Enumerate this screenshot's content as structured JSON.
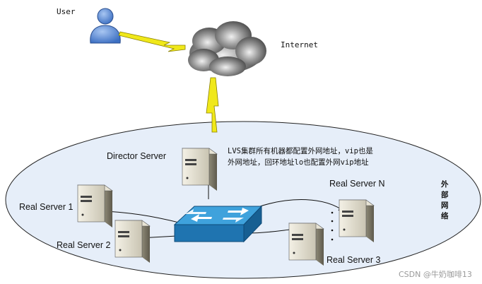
{
  "labels": {
    "user": "User",
    "internet": "Internet",
    "director": "Director Server",
    "real1": "Real Server 1",
    "real2": "Real Server 2",
    "realN": "Real Server N",
    "real3": "Real Server 3"
  },
  "note_lines": [
    "LVS集群所有机器都配置外网地址，vip也是",
    "外网地址，回环地址lo也配置外网vip地址"
  ],
  "network_label_chars": [
    "外",
    "部",
    "网",
    "络"
  ],
  "watermark": "CSDN @牛奶咖啡13",
  "colors": {
    "ellipse_fill": "#e6eef9",
    "user_blue": "#4d7fd0",
    "switch_blue": "#2f8fd0",
    "lightning": "#f0e81a"
  }
}
